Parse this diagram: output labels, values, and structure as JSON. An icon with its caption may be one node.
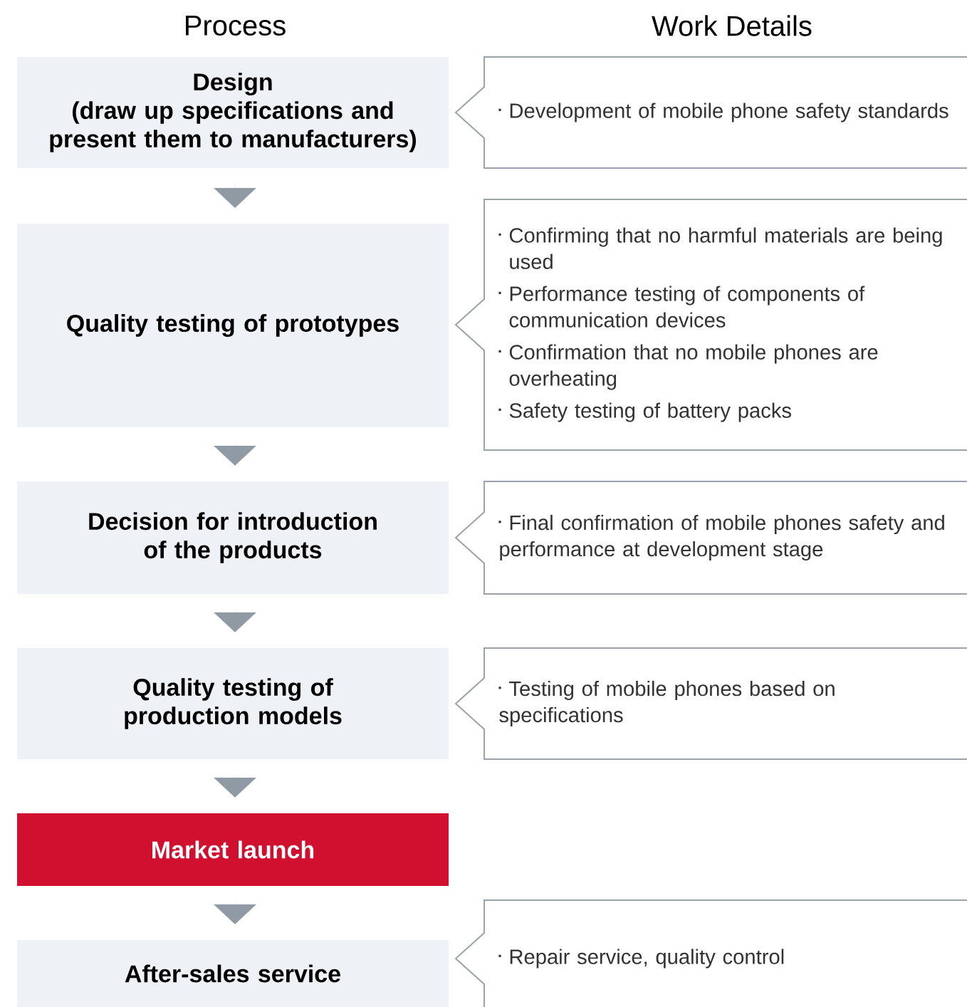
{
  "diagram": {
    "nodes": [
      {
        "text": [
          "Design",
          "(draw up specifications and present them to manufacturers)"
        ]
      },
      {
        "text": [
          "Quality testing of prototypes"
        ]
      },
      {
        "text": [
          "Decision for introduction of the products"
        ]
      },
      {
        "text": [
          "Quality testing of production models"
        ]
      },
      {
        "text": [
          "Market launch"
        ]
      },
      {
        "text": [
          "After-sales service"
        ]
      },
      {
        "text": [
          "Development of mobile phone safety standards"
        ]
      },
      {
        "text": [
          "Confirming that no harmful materials are being used",
          "Performance testing of components of communication devices",
          "Confirmation that no mobile phones are overheating",
          "Safety testing of battery packs"
        ]
      },
      {
        "text": [
          "Final confirmation of mobile phones safety and performance at development stage"
        ]
      },
      {
        "text": [
          "Testing of mobile phones based on specifications"
        ]
      },
      {
        "text": [
          "Repair service, quality control"
        ]
      }
    ],
    "edges": [
      {
        "from": 0,
        "to": 1,
        "arrow": "to"
      },
      {
        "from": 1,
        "to": 2,
        "arrow": "to"
      },
      {
        "from": 2,
        "to": 3,
        "arrow": "to"
      },
      {
        "from": 3,
        "to": 4,
        "arrow": "to"
      },
      {
        "from": 4,
        "to": 5,
        "arrow": "to"
      }
    ],
    "labels": [
      "Process",
      "Work Details"
    ]
  }
}
